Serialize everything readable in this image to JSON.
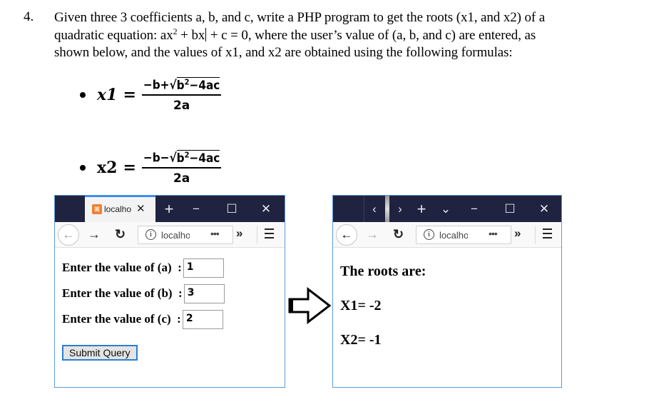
{
  "question": {
    "number": "4.",
    "line1": "Given three 3 coefficients a, b, and c, write a PHP program to get the roots (x1, and x2) of a",
    "line2_pre": "quadratic equation: ax",
    "line2_sup": "2",
    "line2_mid": " + bx",
    "line2_post": " + c = 0, where the user’s value of (a, b, and c) are entered, as",
    "line3": "shown below, and the values of x1, and x2 are obtained using the following formulas:"
  },
  "formulas": [
    {
      "lhs": "x1",
      "eq": "=",
      "num_pre": "−b+√",
      "num_rad": "b",
      "num_sup": "2",
      "num_post": "−4ac",
      "den": "2a"
    },
    {
      "lhs": "x2",
      "eq": "=",
      "num_pre": "−b−√",
      "num_rad": "b",
      "num_sup": "2",
      "num_post": "−4ac",
      "den": "2a"
    }
  ],
  "browser_left": {
    "tab_title": "localho",
    "tab_close": "✕",
    "new_tab": "+",
    "minimize": "−",
    "maximize": "☐",
    "close": "✕",
    "back": "←",
    "forward": "→",
    "reload": "↻",
    "url": "localho",
    "info": "i",
    "page_actions": "•••",
    "overflow": "»",
    "form": {
      "rows": [
        {
          "label": "Enter the value of (a)  :",
          "value": "1"
        },
        {
          "label": "Enter the value of (b)  :",
          "value": "3"
        },
        {
          "label": "Enter the value of (c)  :",
          "value": "2"
        }
      ],
      "submit_label": "Submit Query"
    }
  },
  "browser_right": {
    "scroll_left": "‹",
    "scroll_right": "›",
    "new_tab": "+",
    "tab_list": "⌄",
    "minimize": "−",
    "maximize": "☐",
    "close": "✕",
    "back": "←",
    "forward": "→",
    "reload": "↻",
    "url": "localho",
    "info": "i",
    "page_actions": "•••",
    "overflow": "»",
    "result": {
      "heading": "The roots are:",
      "x1": "X1= -2",
      "x2": "X2= -1"
    }
  }
}
